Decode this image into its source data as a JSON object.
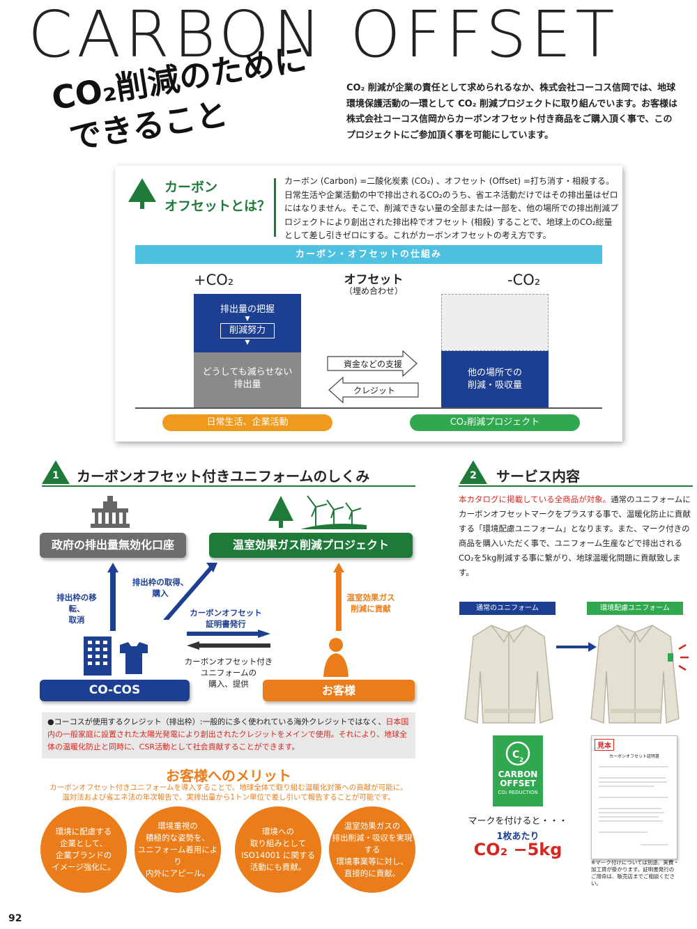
{
  "page_title": "CARBON OFFSET",
  "headline": [
    "CO₂削減のために",
    "できること"
  ],
  "intro": "CO₂ 削減が企業の責任として求められるなか、株式会社コーコス信岡では、地球環境保護活動の一環として CO₂ 削減プロジェクトに取り組んでいます。お客様は株式会社コーコス信岡からカーボンオフセット付き商品をご購入頂く事で、このプロジェクトにご参加頂く事を可能にしています。",
  "what_is": {
    "heading_line1": "カーボン",
    "heading_line2": "オフセットとは？",
    "text": "カーボン (Carbon) =二酸化炭素 (CO₂) 、オフセット (Offset) =打ち消す・相殺する。日常生活や企業活動の中で排出されるCO₂のうち、省エネ活動だけではその排出量はゼロにはなりません。そこで、削減できない量の全部または一部を、他の場所での排出削減プロジェクトにより創出された排出枠でオフセット (相殺) することで、地球上のCO₂総量として差し引きゼロにする。これがカーボンオフセットの考え方です。"
  },
  "mechanism": {
    "title": "カーボン・オフセットの仕組み",
    "plus_label": "+CO₂",
    "minus_label": "-CO₂",
    "offset_label": "オフセット",
    "offset_sub": "（埋め合わせ）",
    "step1": "排出量の把握",
    "step2": "削減努力",
    "unavoidable": [
      "どうしても減らせない",
      "排出量"
    ],
    "elsewhere": [
      "他の場所での",
      "削減・吸収量"
    ],
    "arrow_right": "資金などの支援",
    "arrow_left": "クレジット",
    "pill_left": "日常生活、企業活動",
    "pill_right": "CO₂削減プロジェクト"
  },
  "section1": {
    "number": "1",
    "title": "カーボンオフセット付きユニフォームのしくみ",
    "gov_box": "政府の排出量無効化口座",
    "project_box": "温室効果ガス削減プロジェクト",
    "cocos_box": "CO-COS",
    "customer_box": "お客様",
    "lbl_transfer": [
      "排出枠の移転、",
      "取消"
    ],
    "lbl_acquire": [
      "排出枠の取得、",
      "購入"
    ],
    "lbl_contribute": [
      "温室効果ガス",
      "削減に貢献"
    ],
    "lbl_certificate": [
      "カーボンオフセット",
      "証明書発行"
    ],
    "lbl_purchase": [
      "カーボンオフセット付き",
      "ユニフォームの",
      "購入、提供"
    ],
    "note_pre": "●コーコスが使用するクレジット（排出枠）:一般的に多く使われている海外クレジットではなく、",
    "note_red": "日本国内の一般家庭に設置された太陽光発電により創出されたクレジットをメインで使用。それにより、地球全体の温暖化防止と同時に、CSR活動として社会貢献することができます。"
  },
  "merit": {
    "title": "お客様へのメリット",
    "text": [
      "カーボンオフセット付きユニフォームを導入することで、地球全体で取り組む温暖化対策への貢献が可能に。",
      "温対法および省エネ法の年次報告で、実排出量から1トン単位で差し引いて報告することが可能です。"
    ],
    "circles": [
      [
        "環境に配慮する",
        "企業として、",
        "企業ブランドの",
        "イメージ強化に。"
      ],
      [
        "環境重視の",
        "積極的な姿勢を、",
        "ユニフォーム着用により",
        "内外にアピール。"
      ],
      [
        "環境への",
        "取り組みとして",
        "ISO14001 に関する",
        "活動にも貢献。"
      ],
      [
        "温室効果ガスの",
        "排出削減・吸収を実現する",
        "環境事業等に対し、",
        "直接的に貢献。"
      ]
    ]
  },
  "section2": {
    "number": "2",
    "title": "サービス内容",
    "text_red": "本カタログに掲載している全商品が対象。",
    "text": "通常のユニフォームにカーボンオフセットマークをプラスする事で、温暖化防止に貢献する「環境配慮ユニフォーム」となります。また、マーク付きの商品を購入いただく事で、ユニフォーム生産などで排出されるCO₂を5kg削減する事に繋がり、地球温暖化問題に貢献致します。",
    "tag_normal": "通常のユニフォーム",
    "tag_eco": "環境配慮ユニフォーム",
    "logo_line1": "CARBON",
    "logo_line2": "OFFSET",
    "logo_line3": "CO₂ REDUCTION",
    "mark_text": "マークを付けると・・・",
    "per_item": "1枚あたり",
    "reduction": "CO₂ −5kg",
    "sample_tag": "見本",
    "cert_title": "カーボンオフセット証明書",
    "cert_note": "※マーク付けについては別途、実費・加工賃が掛かります。証明書発行のご用命は、販売店までご相談ください。"
  },
  "page_number": "92",
  "colors": {
    "green": "#1f7a3a",
    "navy": "#1d3f91",
    "orange": "#ea7d1a",
    "cyan": "#4ec1e0",
    "red": "#d7261f",
    "gray": "#6d6d6d"
  }
}
